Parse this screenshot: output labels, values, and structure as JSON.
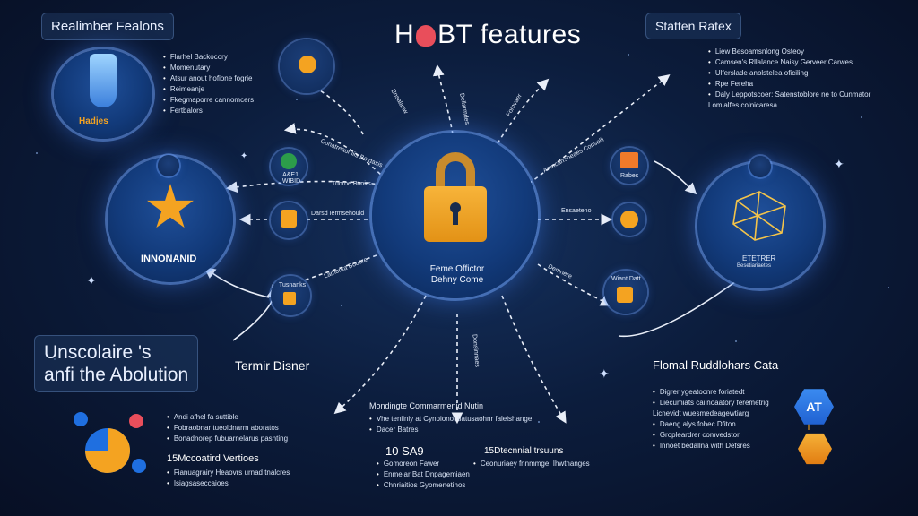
{
  "title": {
    "prefix": "H",
    "suffix": "BT features"
  },
  "top_left": {
    "heading": "Realimber Fealons",
    "bullets": [
      "Flarhel Backocory",
      "Momenutary",
      "Atsur anout hofione fogrie",
      "Reimeanje",
      "Fkegmaporre cannomcers",
      "Fertbalors"
    ],
    "badge": "Hadjes"
  },
  "top_right": {
    "heading": "Statten Ratex",
    "bullets": [
      "Liew Besoamsnlong Osteoy",
      "Camsen's Rllalance Naisy Gerveer Carwes",
      "Ulferslade anolstelea oficiling",
      "Rpe Fereha",
      "Daly Leppotscoer: Satenstoblore ne to Cunmator Lomialfes colnicaresa"
    ]
  },
  "left_circle": {
    "label": "INNONANID"
  },
  "right_circle": {
    "label": "ETETRER",
    "sublabel": "Besetiariaetes"
  },
  "center": {
    "line1": "Feme Offictor",
    "line2": "Dehny Come"
  },
  "left_nodes": [
    {
      "label": "A&E1 \nWIBID"
    },
    {
      "label": ""
    },
    {
      "label": "Tusnanks"
    }
  ],
  "right_nodes": [
    {
      "label": "Rabes"
    },
    {
      "label": ""
    },
    {
      "label": "Wiant Datt"
    }
  ],
  "arrow_labels": {
    "a1": "Conatreaur liis Bo dasis",
    "a2": "Tuoroe Booirs",
    "a3": "Darsd Iermsehould",
    "a4": "Lamonta Boocre",
    "a5": "Bnsalanw",
    "a6": "Fomvaer",
    "a7": "Amncarrsoeaes Conselll",
    "a8": "Ensaeteno",
    "a9": "Demnere",
    "a10": "Dellarmdes",
    "a11": "Donsinnaes"
  },
  "bottom_left": {
    "heading_line1": "Unscolaire 's",
    "heading_line2": "anfi the Abolution",
    "bullets": [
      "Andi afhel fa suttible",
      "Fobraobnar tueoldnarm aboratos",
      "Bonadnorep fubuarnelarus pashting"
    ],
    "subheading": "15Mccoatird Vertioes",
    "bullets2": [
      "Fianuagrairy Heaovrs urnad tnalcres",
      "Isiagsaseccaioes"
    ]
  },
  "middle_label": "Termir Disner",
  "bottom_center": {
    "heading": "Mondingte Commarmenid Nutin",
    "bullets": [
      "Vhe teniiniy at Cynpionot tiatusaohnr faleishange",
      "Dacer Batres"
    ],
    "stat1": "10 SA9",
    "stat2": "15Dtecnnial trsuuns",
    "list1": [
      "Gomoreon Fawer",
      "Enmelar Bat Dnpagemiaen",
      "Chnriaitios Gyomenetihos"
    ],
    "list2": [
      "Ceonuriaey fnnmmge: Ihwtnanges"
    ]
  },
  "bottom_right": {
    "heading": "Flomal Ruddlohars Cata",
    "bullets": [
      "Digrer ygeatocnre foriatedt",
      "Liecumiats cailnoaatory feremetrig Licnevidt wuesmedeagewtiarg",
      "Daeng alys fohec Dfiton",
      "Gropleardrer comvedstor",
      "Innoet bedallna with Defsres"
    ],
    "badge": "AT"
  },
  "colors": {
    "accent_orange": "#f4a321",
    "accent_blue": "#1f6fe0",
    "lock_orange": "#f5a623",
    "arrow": "#e9eef8"
  }
}
